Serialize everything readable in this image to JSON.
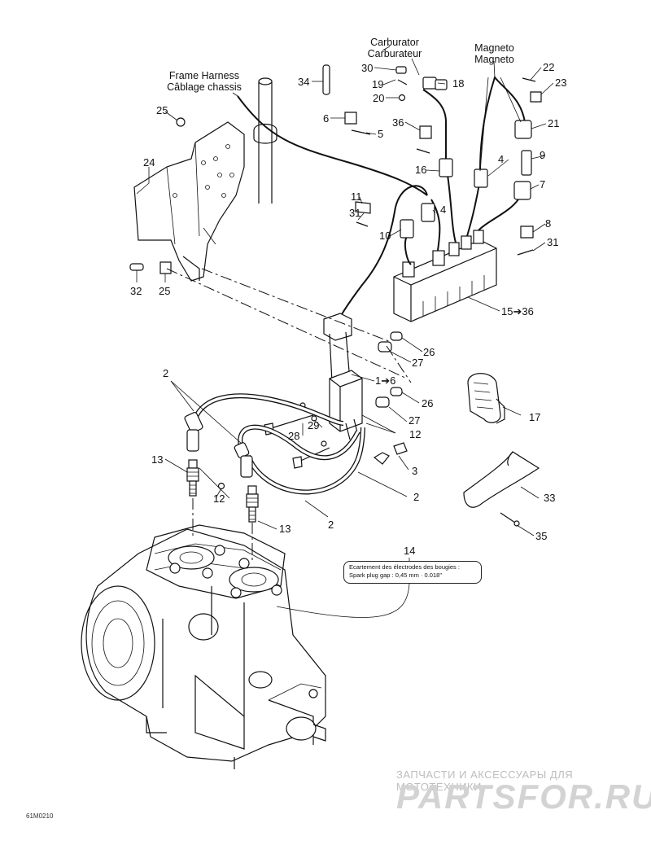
{
  "titles": {
    "frame_harness": [
      "Frame Harness",
      "Câblage chassis"
    ],
    "carburator": [
      "Carburator",
      "Carburateur"
    ],
    "magneto": [
      "Magneto",
      "Magneto"
    ]
  },
  "callouts": {
    "c1_6": "1➔6",
    "c2a": "2",
    "c2b": "2",
    "c2c": "2",
    "c3": "3",
    "c4a": "4",
    "c4b": "4",
    "c5": "5",
    "c6": "6",
    "c7": "7",
    "c8": "8",
    "c9": "9",
    "c10": "10",
    "c11": "11",
    "c12a": "12",
    "c12b": "12",
    "c13a": "13",
    "c13b": "13",
    "c14": "14",
    "c15_36": "15➔36",
    "c16": "16",
    "c17": "17",
    "c18": "18",
    "c19": "19",
    "c20": "20",
    "c21": "21",
    "c22": "22",
    "c23": "23",
    "c24": "24",
    "c25a": "25",
    "c25b": "25",
    "c26a": "26",
    "c26b": "26",
    "c27a": "27",
    "c27b": "27",
    "c28": "28",
    "c29": "29",
    "c30": "30",
    "c31a": "31",
    "c31b": "31",
    "c32": "32",
    "c33": "33",
    "c34": "34",
    "c35": "35",
    "c36": "36"
  },
  "note": {
    "line1": "Ecartement des électrodes des bougies :",
    "line2": "Spark plug gap :     0,45 mm · 0.018\""
  },
  "watermark": {
    "top": "ЗАПЧАСТИ И АКСЕССУАРЫ ДЛЯ МОТОТЕХНИКИ",
    "logo": "PARTSFOR.RU"
  },
  "figure_code": "61M0210"
}
